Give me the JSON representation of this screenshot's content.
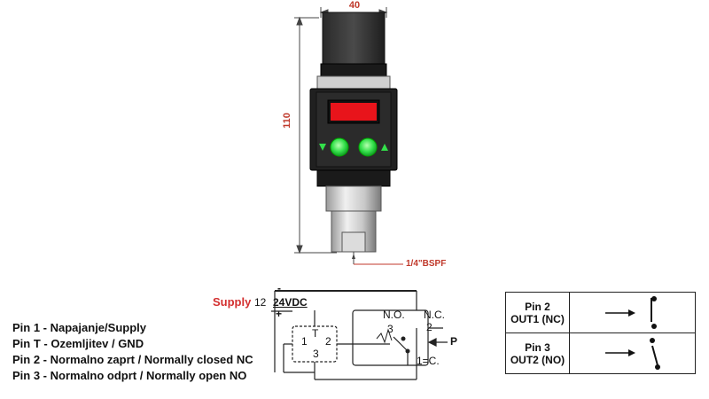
{
  "dimensions": {
    "width": "40",
    "height": "110",
    "thread": "1/4\"BSPF"
  },
  "pins": [
    "Pin 1 - Napajanje/Supply",
    "Pin T - Ozemljitev / GND",
    "Pin 2 - Normalno zaprt / Normally closed NC",
    "Pin 3 - Normalno odprt / Normally open NO"
  ],
  "wiring": {
    "supply_label": "Supply",
    "supply_pins": "12",
    "voltage": "24VDC",
    "minus": "-",
    "plus": "+",
    "terminal_t": "T",
    "terminal_1": "1",
    "terminal_2": "2",
    "terminal_3": "3",
    "no_label": "N.O.",
    "nc_label": "N.C.",
    "switch_3": "3",
    "switch_2": "2",
    "common": "1=C.",
    "pressure": "P"
  },
  "outputs": [
    {
      "pin": "Pin 2",
      "name": "OUT1 (NC)"
    },
    {
      "pin": "Pin 3",
      "name": "OUT2 (NO)"
    }
  ],
  "colors": {
    "dimension": "#c0392b",
    "supply": "#d32f2f",
    "display": "#e8141b",
    "button": "#33e04a"
  }
}
